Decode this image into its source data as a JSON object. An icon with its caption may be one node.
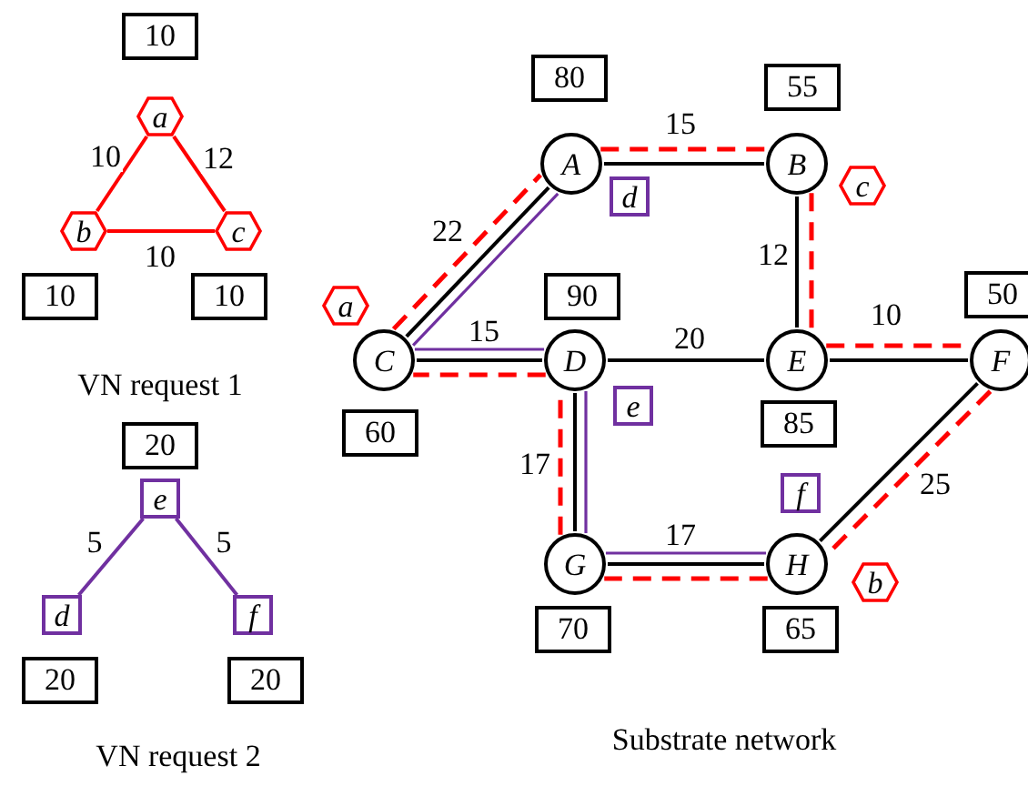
{
  "diagram": {
    "nodes": [
      {
        "text": [
          "a"
        ],
        "beside": [
          "10"
        ]
      },
      {
        "text": [
          "b"
        ],
        "beside": [
          "10"
        ]
      },
      {
        "text": [
          "c"
        ],
        "beside": [
          "10"
        ]
      },
      {
        "text": [
          "e"
        ],
        "beside": [
          "20"
        ]
      },
      {
        "text": [
          "d"
        ],
        "beside": [
          "20"
        ]
      },
      {
        "text": [
          "f"
        ],
        "beside": [
          "20"
        ]
      },
      {
        "text": [
          "A"
        ],
        "beside": [
          "80"
        ]
      },
      {
        "text": [
          "B"
        ],
        "beside": [
          "55"
        ]
      },
      {
        "text": [
          "C"
        ],
        "beside": [
          "60"
        ]
      },
      {
        "text": [
          "D"
        ],
        "beside": [
          "90"
        ]
      },
      {
        "text": [
          "E"
        ],
        "beside": [
          "85"
        ]
      },
      {
        "text": [
          "F"
        ],
        "beside": [
          "50"
        ]
      },
      {
        "text": [
          "G"
        ],
        "beside": [
          "70"
        ]
      },
      {
        "text": [
          "H"
        ],
        "beside": [
          "65"
        ]
      },
      {
        "text": [
          "a"
        ]
      },
      {
        "text": [
          "d"
        ]
      },
      {
        "text": [
          "c"
        ]
      },
      {
        "text": [
          "e"
        ]
      },
      {
        "text": [
          "f"
        ]
      },
      {
        "text": [
          "b"
        ]
      }
    ],
    "edges": [
      {
        "from": 0,
        "to": 1,
        "arrow": "none",
        "label": "10",
        "color": "#ff0000"
      },
      {
        "from": 0,
        "to": 2,
        "arrow": "none",
        "label": "12",
        "color": "#ff0000"
      },
      {
        "from": 1,
        "to": 2,
        "arrow": "none",
        "label": "10",
        "color": "#ff0000"
      },
      {
        "from": 3,
        "to": 4,
        "arrow": "none",
        "label": "5",
        "color": "#7030a0"
      },
      {
        "from": 3,
        "to": 5,
        "arrow": "none",
        "label": "5",
        "color": "#7030a0"
      },
      {
        "from": 6,
        "to": 7,
        "arrow": "none",
        "label": "15",
        "color": "#000000"
      },
      {
        "from": 6,
        "to": 8,
        "arrow": "none",
        "label": "22",
        "color": "#000000"
      },
      {
        "from": 8,
        "to": 9,
        "arrow": "none",
        "label": "15",
        "color": "#000000"
      },
      {
        "from": 9,
        "to": 10,
        "arrow": "none",
        "label": "20",
        "color": "#000000"
      },
      {
        "from": 7,
        "to": 10,
        "arrow": "none",
        "label": "12",
        "color": "#000000"
      },
      {
        "from": 10,
        "to": 11,
        "arrow": "none",
        "label": "10",
        "color": "#000000"
      },
      {
        "from": 9,
        "to": 12,
        "arrow": "none",
        "label": "17",
        "color": "#000000"
      },
      {
        "from": 12,
        "to": 13,
        "arrow": "none",
        "label": "17",
        "color": "#000000"
      },
      {
        "from": 13,
        "to": 11,
        "arrow": "none",
        "label": "25",
        "color": "#000000"
      },
      {
        "from": 8,
        "to": 6,
        "arrow": "none",
        "style": "dashed",
        "color": "#ff0000"
      },
      {
        "from": 6,
        "to": 7,
        "arrow": "none",
        "style": "dashed",
        "color": "#ff0000"
      },
      {
        "from": 7,
        "to": 10,
        "arrow": "none",
        "style": "dashed",
        "color": "#ff0000"
      },
      {
        "from": 10,
        "to": 11,
        "arrow": "none",
        "style": "dashed",
        "color": "#ff0000"
      },
      {
        "from": 11,
        "to": 13,
        "arrow": "none",
        "style": "dashed",
        "color": "#ff0000"
      },
      {
        "from": 13,
        "to": 12,
        "arrow": "none",
        "style": "dashed",
        "color": "#ff0000"
      },
      {
        "from": 12,
        "to": 9,
        "arrow": "none",
        "style": "dashed",
        "color": "#ff0000"
      },
      {
        "from": 9,
        "to": 8,
        "arrow": "none",
        "style": "dashed",
        "color": "#ff0000"
      },
      {
        "from": 8,
        "to": 6,
        "arrow": "none",
        "color": "#7030a0"
      },
      {
        "from": 8,
        "to": 9,
        "arrow": "none",
        "color": "#7030a0"
      },
      {
        "from": 9,
        "to": 12,
        "arrow": "none",
        "color": "#7030a0"
      },
      {
        "from": 12,
        "to": 13,
        "arrow": "none",
        "color": "#7030a0"
      }
    ],
    "labels": [
      "VN request 1",
      "VN request 2",
      "Substrate network"
    ]
  }
}
